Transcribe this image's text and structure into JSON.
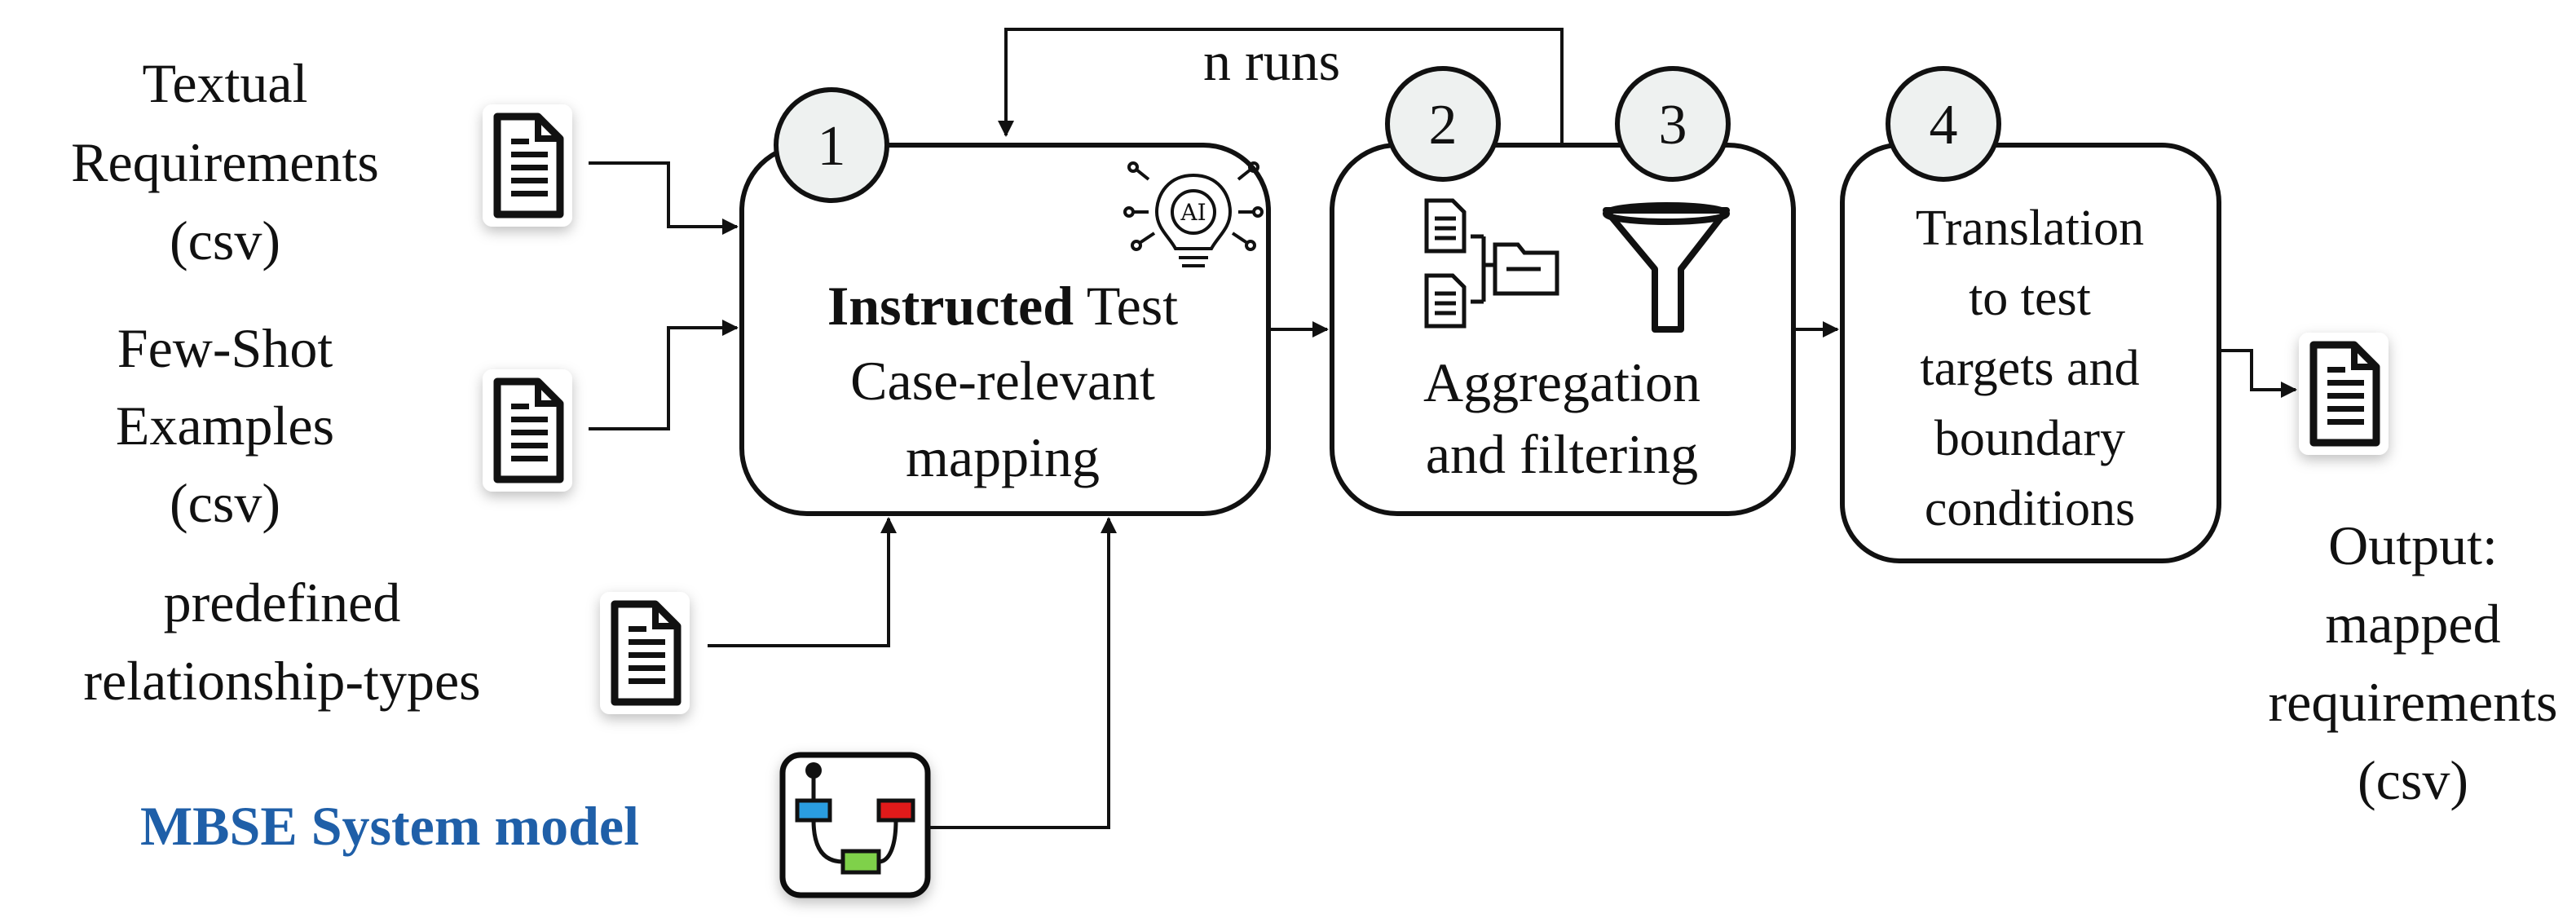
{
  "inputs": {
    "textual_requirements": [
      "Textual",
      "Requirements",
      "(csv)"
    ],
    "few_shot": [
      "Few-Shot",
      "Examples",
      "(csv)"
    ],
    "relationship_types": [
      "predefined",
      "relationship-types"
    ],
    "mbse": "MBSE System model"
  },
  "loop_label": "n runs",
  "steps": [
    {
      "number": "1",
      "bold": "Instructed",
      "lines": [
        "Test",
        "Case-relevant",
        "mapping"
      ],
      "icon": "ai-lightbulb-icon"
    },
    {
      "number": "2",
      "icon": "document-aggregation-icon"
    },
    {
      "number": "3",
      "lines": [
        "Aggregation",
        "and filtering"
      ],
      "icon": "funnel-icon"
    },
    {
      "number": "4",
      "lines": [
        "Translation",
        "to test",
        "targets and",
        "boundary",
        "conditions"
      ]
    }
  ],
  "output": [
    "Output:",
    "mapped",
    "requirements",
    "(csv)"
  ],
  "icons": [
    "document-icon",
    "model-diagram-icon"
  ],
  "colors": {
    "mbse_text": "#1f5fa8",
    "model_blue": "#2a9de0",
    "model_red": "#e01a1a",
    "model_green": "#7fd14a"
  }
}
